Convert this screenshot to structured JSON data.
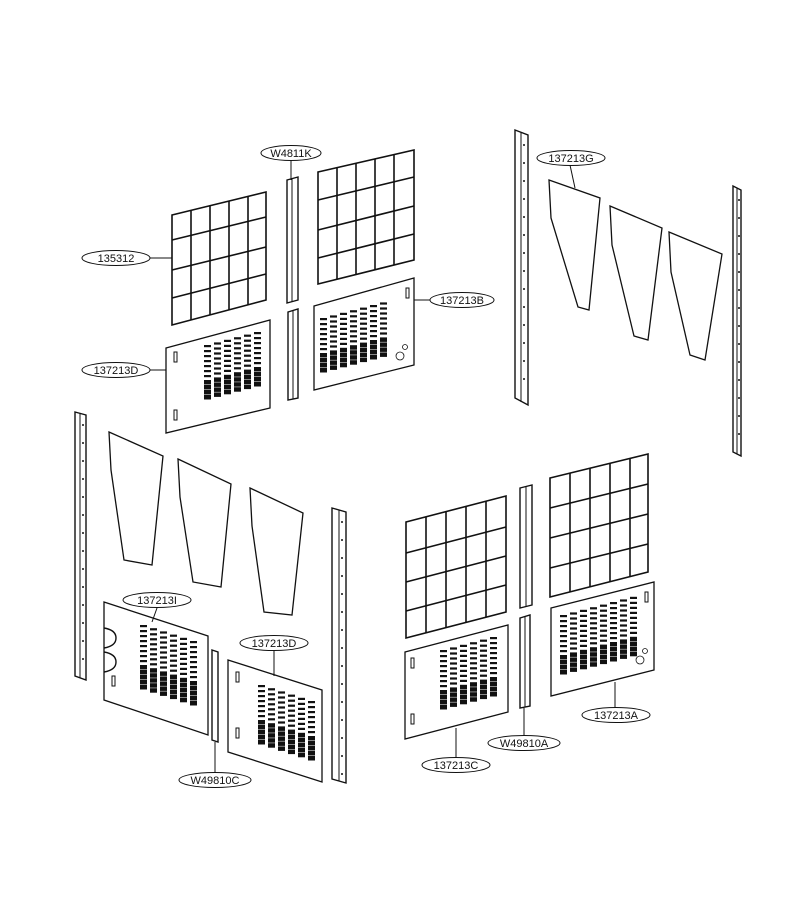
{
  "labels": [
    {
      "id": "w4811k",
      "text": "W4811K"
    },
    {
      "id": "l135312",
      "text": "135312"
    },
    {
      "id": "l137213d_top",
      "text": "137213D"
    },
    {
      "id": "l137213b",
      "text": "137213B"
    },
    {
      "id": "l137213g",
      "text": "137213G"
    },
    {
      "id": "l137213i",
      "text": "137213I"
    },
    {
      "id": "l137213d_bot",
      "text": "137213D"
    },
    {
      "id": "w49810c",
      "text": "W49810C"
    },
    {
      "id": "l137213c",
      "text": "137213C"
    },
    {
      "id": "w49810a",
      "text": "W49810A"
    },
    {
      "id": "l137213a",
      "text": "137213A"
    }
  ]
}
